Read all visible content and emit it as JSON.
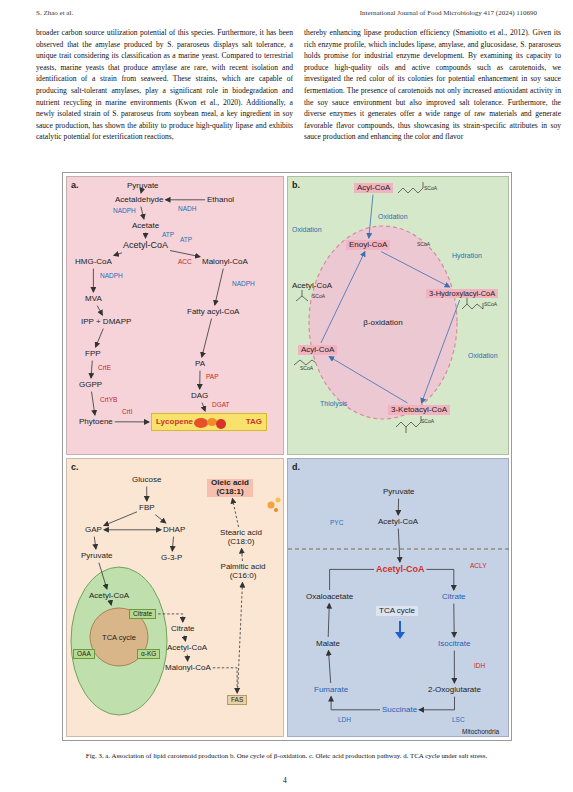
{
  "diagram": {
    "caption": "Fig. 3. a. Association of lipid carotenoid production b. One cycle of β-oxidation. c. Oleic acid production pathway. d. TCA cycle under salt stress.",
    "nodes": [
      {
        "text": [
          "a."
        ]
      },
      {
        "text": [
          "b."
        ]
      },
      {
        "text": [
          "c."
        ]
      },
      {
        "text": [
          "d."
        ]
      },
      {
        "text": [
          "Pyruvate"
        ],
        "in": 0
      },
      {
        "text": [
          "Acetaldehyde"
        ],
        "in": 0
      },
      {
        "text": [
          "Ethanol"
        ],
        "in": 0
      },
      {
        "text": [
          "Acetate"
        ],
        "in": 0
      },
      {
        "text": [
          "Acetyl-CoA"
        ],
        "in": 0
      },
      {
        "text": [
          "HMG-CoA"
        ],
        "in": 0
      },
      {
        "text": [
          "Malonyl-CoA"
        ],
        "in": 0
      },
      {
        "text": [
          "MVA"
        ],
        "in": 0
      },
      {
        "text": [
          "IPP + DMAPP"
        ],
        "in": 0
      },
      {
        "text": [
          "Fatty acyl-CoA"
        ],
        "in": 0
      },
      {
        "text": [
          "FPP"
        ],
        "in": 0
      },
      {
        "text": [
          "PA"
        ],
        "in": 0
      },
      {
        "text": [
          "GGPP"
        ],
        "in": 0
      },
      {
        "text": [
          "DAG"
        ],
        "in": 0
      },
      {
        "text": [
          "Phytoene"
        ],
        "in": 0
      },
      {
        "text": [
          "Lycopene",
          "TAG"
        ],
        "in": 0
      },
      {
        "text": [
          "Acyl-CoA"
        ],
        "in": 1
      },
      {
        "text": [
          "Enoyl-CoA"
        ],
        "in": 1
      },
      {
        "text": [
          "3-Hydroxylacyl-CoA"
        ],
        "in": 1
      },
      {
        "text": [
          "β-oxidation"
        ],
        "in": 1
      },
      {
        "text": [
          "Acetyl-CoA"
        ],
        "in": 1
      },
      {
        "text": [
          "Acyl-CoA"
        ],
        "in": 1
      },
      {
        "text": [
          "3-Ketoacyl-CoA"
        ],
        "in": 1
      },
      {
        "text": [
          "Glucose"
        ],
        "in": 2
      },
      {
        "text": [
          "FBP"
        ],
        "in": 2
      },
      {
        "text": [
          "GAP"
        ],
        "in": 2
      },
      {
        "text": [
          "DHAP"
        ],
        "in": 2
      },
      {
        "text": [
          "Pyruvate"
        ],
        "in": 2
      },
      {
        "text": [
          "G-3-P"
        ],
        "in": 2
      },
      {
        "text": [
          "Oleic acid (C18:1)"
        ],
        "in": 2
      },
      {
        "text": [
          "Stearic acid (C18:0)"
        ],
        "in": 2
      },
      {
        "text": [
          "Palmitic acid (C16:0)"
        ],
        "in": 2
      },
      {
        "text": [
          "Acetyl-CoA"
        ],
        "in": 2
      },
      {
        "text": [
          "TCA cycle"
        ],
        "in": 2
      },
      {
        "text": [
          "Citrate"
        ],
        "in": 2
      },
      {
        "text": [
          "OAA"
        ],
        "in": 2
      },
      {
        "text": [
          "α-KG"
        ],
        "in": 2
      },
      {
        "text": [
          "Citrate"
        ],
        "in": 2
      },
      {
        "text": [
          "Acetyl-CoA"
        ],
        "in": 2
      },
      {
        "text": [
          "Malonyl-CoA"
        ],
        "in": 2
      },
      {
        "text": [
          "FAS"
        ],
        "in": 2
      },
      {
        "text": [
          "Pyruvate"
        ],
        "in": 3
      },
      {
        "text": [
          "Acetyl-CoA"
        ],
        "in": 3
      },
      {
        "text": [
          "Acetyl-CoA"
        ],
        "in": 3
      },
      {
        "text": [
          "Oxaloacetate"
        ],
        "in": 3
      },
      {
        "text": [
          "Citrate"
        ],
        "in": 3
      },
      {
        "text": [
          "TCA cycle"
        ],
        "in": 3
      },
      {
        "text": [
          "Malate"
        ],
        "in": 3
      },
      {
        "text": [
          "Isocitrate"
        ],
        "in": 3
      },
      {
        "text": [
          "Fumarate"
        ],
        "in": 3
      },
      {
        "text": [
          "2-Oxoglutarate"
        ],
        "in": 3
      },
      {
        "text": [
          "Succinate"
        ],
        "in": 3
      }
    ],
    "edges": [
      {
        "from": 4,
        "to": 5,
        "arrow": "to"
      },
      {
        "from": 6,
        "to": 5,
        "arrow": "to"
      },
      {
        "from": 5,
        "to": 7,
        "arrow": "to"
      },
      {
        "from": 7,
        "to": 8,
        "arrow": "to"
      },
      {
        "from": 8,
        "to": 9,
        "arrow": "to"
      },
      {
        "from": 8,
        "to": 10,
        "arrow": "to"
      },
      {
        "from": 9,
        "to": 11,
        "arrow": "to"
      },
      {
        "from": 11,
        "to": 12,
        "arrow": "to"
      },
      {
        "from": 12,
        "to": 14,
        "arrow": "to"
      },
      {
        "from": 14,
        "to": 16,
        "arrow": "to"
      },
      {
        "from": 16,
        "to": 18,
        "arrow": "to"
      },
      {
        "from": 18,
        "to": 19,
        "arrow": "to"
      },
      {
        "from": 10,
        "to": 13,
        "arrow": "to"
      },
      {
        "from": 13,
        "to": 15,
        "arrow": "to"
      },
      {
        "from": 15,
        "to": 17,
        "arrow": "to"
      },
      {
        "from": 17,
        "to": 19,
        "arrow": "to"
      },
      {
        "from": 20,
        "to": 21,
        "arrow": "to"
      },
      {
        "from": 21,
        "to": 22,
        "arrow": "to"
      },
      {
        "from": 22,
        "to": 26,
        "arrow": "to"
      },
      {
        "from": 26,
        "to": 25,
        "arrow": "to"
      },
      {
        "from": 25,
        "to": 21,
        "arrow": "to"
      },
      {
        "from": 27,
        "to": 28,
        "arrow": "to"
      },
      {
        "from": 28,
        "to": 29,
        "arrow": "to"
      },
      {
        "from": 28,
        "to": 30,
        "arrow": "to"
      },
      {
        "from": 29,
        "to": 30,
        "arrow": "both"
      },
      {
        "from": 29,
        "to": 31,
        "arrow": "to"
      },
      {
        "from": 30,
        "to": 32,
        "arrow": "to"
      },
      {
        "from": 31,
        "to": 36,
        "arrow": "to"
      },
      {
        "from": 36,
        "to": 37,
        "arrow": "to"
      },
      {
        "from": 38,
        "to": 41,
        "arrow": "to"
      },
      {
        "from": 41,
        "to": 42,
        "arrow": "to"
      },
      {
        "from": 42,
        "to": 43,
        "arrow": "to"
      },
      {
        "from": 43,
        "to": 44,
        "arrow": "to"
      },
      {
        "from": 44,
        "to": 35,
        "arrow": "to"
      },
      {
        "from": 35,
        "to": 34,
        "arrow": "to"
      },
      {
        "from": 34,
        "to": 33,
        "arrow": "to"
      },
      {
        "from": 45,
        "to": 46,
        "arrow": "to"
      },
      {
        "from": 46,
        "to": 47,
        "arrow": "to"
      },
      {
        "from": 48,
        "to": 47,
        "arrow": "none"
      },
      {
        "from": 47,
        "to": 49,
        "arrow": "to"
      },
      {
        "from": 49,
        "to": 52,
        "arrow": "to"
      },
      {
        "from": 52,
        "to": 54,
        "arrow": "to"
      },
      {
        "from": 54,
        "to": 55,
        "arrow": "to"
      },
      {
        "from": 55,
        "to": 53,
        "arrow": "to"
      },
      {
        "from": 53,
        "to": 51,
        "arrow": "to"
      },
      {
        "from": 51,
        "to": 48,
        "arrow": "to"
      }
    ],
    "labels": [
      "S. Zhao et al.",
      "International Journal of Food Microbiology 417 (2024) 110690",
      "broader carbon source utilization potential of this species. Furthermore, it has been observed that the amylase produced by S. pararoseus displays salt tolerance, a unique trait considering its classification as a marine yeast. Compared to terrestrial yeasts, marine yeasts that produce amylase are rare, with recent isolation and identification of a strain from seaweed. These strains, which are capable of producing salt-tolerant amylases, play a significant role in biodegradation and nutrient recycling in marine environments (Kwon et al., 2020). Additionally, a newly isolated strain of S. pararoseus from soybean meal, a key ingredient in soy sauce production, has shown the ability to produce high-quality lipase and exhibits catalytic potential for esterification reactions,",
      "thereby enhancing lipase production efficiency (Smaniotto et al., 2012). Given its rich enzyme profile, which includes lipase, amylase, and glucosidase, S. pararoseus holds promise for industrial enzyme development. By examining its capacity to produce high-quality oils and active compounds such as carotenoids, we investigated the red color of its colonies for potential enhancement in soy sauce fermentation. The presence of carotenoids not only increased antioxidant activity in the soy sauce environment but also improved salt tolerance. Furthermore, the diverse enzymes it generates offer a wide range of raw materials and generate favorable flavor compounds, thus showcasing its strain-specific attributes in soy sauce production and enhancing the color and flavor",
      "NADPH",
      "NADH",
      "ATP",
      "ATP",
      "ACC",
      "NADPH",
      "NADPH",
      "CrtE",
      "CrtYB",
      "CrtI",
      "PAP",
      "DGAT",
      "Oxidation",
      "Oxidation",
      "Hydration",
      "Oxidation",
      "Thiolysis",
      "SCoA",
      "SCoA",
      "SCoA",
      "SCoA",
      "SCoA",
      "SCoA",
      "PYC",
      "ACLY",
      "IDH",
      "LDH",
      "LSC",
      "Mitochondria",
      "4"
    ]
  }
}
